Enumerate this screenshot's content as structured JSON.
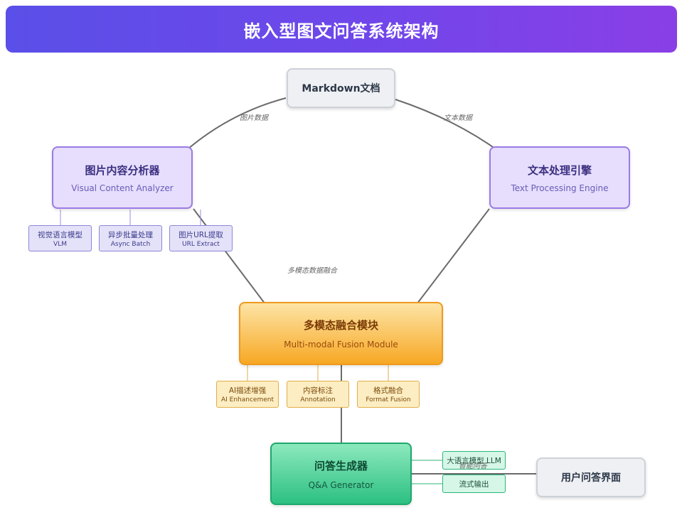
{
  "header": {
    "title": "嵌入型图文问答系统架构"
  },
  "nodes": {
    "markdown": {
      "title": "Markdown文档"
    },
    "visual": {
      "title": "图片内容分析器",
      "subtitle": "Visual Content Analyzer"
    },
    "text": {
      "title": "文本处理引擎",
      "subtitle": "Text Processing Engine"
    },
    "fusion": {
      "title": "多模态融合模块",
      "subtitle": "Multi-modal Fusion Module"
    },
    "qa": {
      "title": "问答生成器",
      "subtitle": "Q&A Generator"
    },
    "ui": {
      "title": "用户问答界面"
    }
  },
  "visual_subs": [
    {
      "zh": "视觉语言模型",
      "en": "VLM"
    },
    {
      "zh": "异步批量处理",
      "en": "Async Batch"
    },
    {
      "zh": "图片URL提取",
      "en": "URL Extract"
    }
  ],
  "fusion_subs": [
    {
      "zh": "AI描述增强",
      "en": "AI Enhancement"
    },
    {
      "zh": "内容标注",
      "en": "Annotation"
    },
    {
      "zh": "格式融合",
      "en": "Format Fusion"
    }
  ],
  "qa_subs": [
    {
      "zh": "大语言模型 LLM"
    },
    {
      "zh": "流式输出"
    }
  ],
  "edges": {
    "image_data": "图片数据",
    "text_data": "文本数据",
    "multimodal": "多模态数据融合",
    "smart_qa": "智能问答"
  },
  "colors": {
    "header_start": "#5a4fe8",
    "header_end": "#8a3fe6",
    "arrow": "#6b6b6b"
  }
}
